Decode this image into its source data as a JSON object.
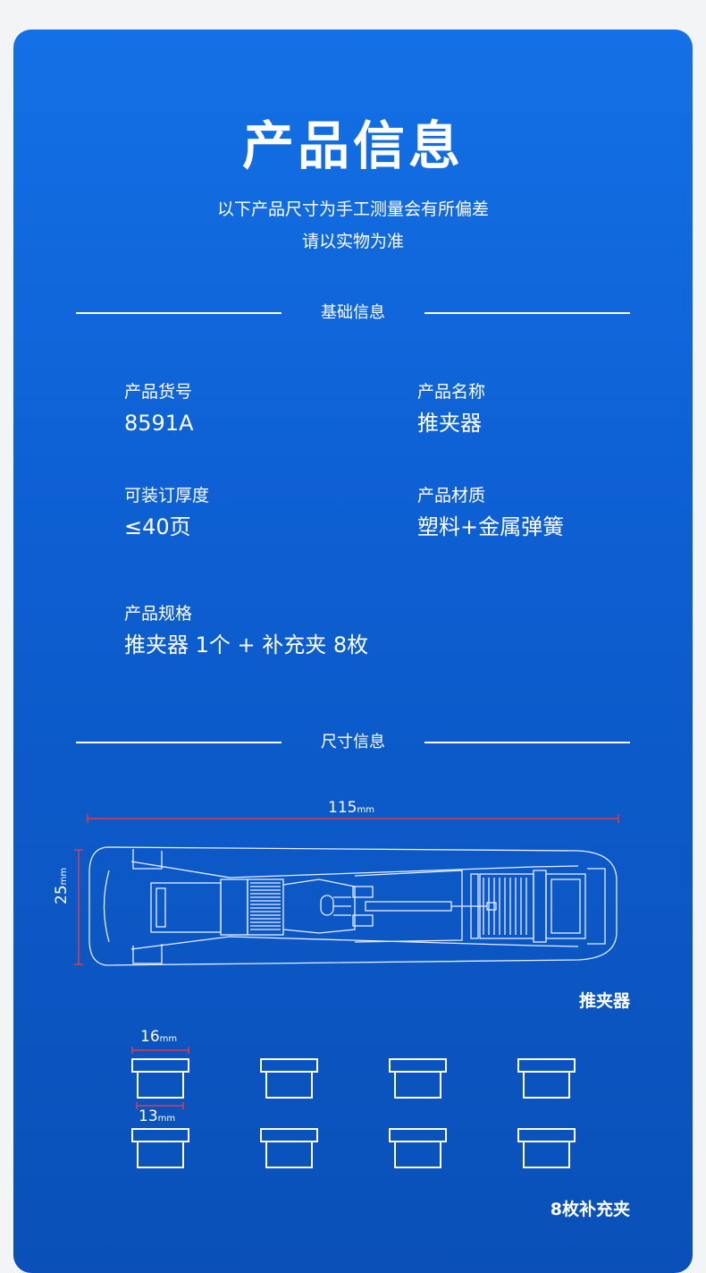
{
  "header": {
    "title": "产品信息",
    "subtitle_line1": "以下产品尺寸为手工测量会有所偏差",
    "subtitle_line2": "请以实物为准"
  },
  "basic_section": {
    "heading": "基础信息",
    "fields": [
      {
        "key": "产品货号",
        "value": "8591A"
      },
      {
        "key": "产品名称",
        "value": "推夹器"
      },
      {
        "key": "可装订厚度",
        "value": "≤40页"
      },
      {
        "key": "产品材质",
        "value": "塑料+金属弹簧"
      },
      {
        "key": "产品规格",
        "value": "推夹器 1个 + 补充夹 8枚"
      }
    ]
  },
  "size_section": {
    "heading": "尺寸信息",
    "pusher_length": "115",
    "pusher_width": "25",
    "clip_top_width": "16",
    "clip_bottom_width": "13",
    "unit": "mm",
    "pusher_caption": "推夹器",
    "clips_caption": "8枚补充夹"
  },
  "colors": {
    "background": "#0d5fd2",
    "dimension_line": "#e23b4a",
    "text": "#ffffff"
  }
}
